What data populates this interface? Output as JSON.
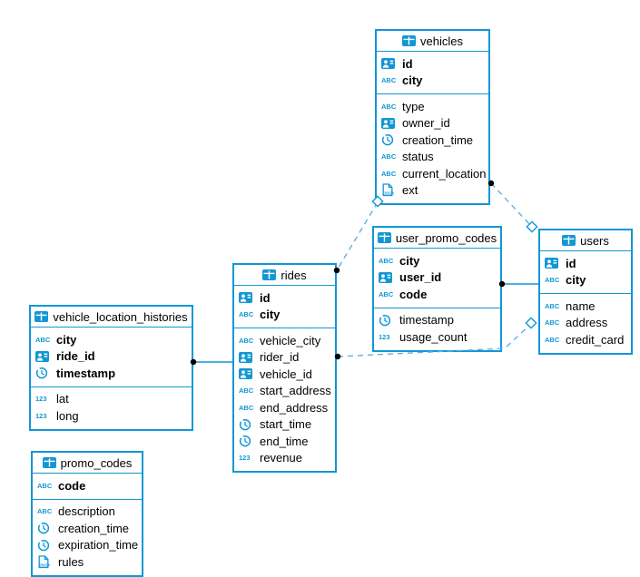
{
  "colors": {
    "accent": "#1297d4",
    "dashed_line": "#5eb1e2",
    "dot": "#000000",
    "table_fill": "#ffffff",
    "text": "#000000"
  },
  "tables": {
    "vehicles": {
      "title": "vehicles",
      "pk": [
        {
          "name": "id",
          "type": "id"
        },
        {
          "name": "city",
          "type": "string"
        }
      ],
      "fields": [
        {
          "name": "type",
          "type": "string"
        },
        {
          "name": "owner_id",
          "type": "id"
        },
        {
          "name": "creation_time",
          "type": "timestamp"
        },
        {
          "name": "status",
          "type": "string"
        },
        {
          "name": "current_location",
          "type": "string"
        },
        {
          "name": "ext",
          "type": "json"
        }
      ]
    },
    "user_promo_codes": {
      "title": "user_promo_codes",
      "pk": [
        {
          "name": "city",
          "type": "string"
        },
        {
          "name": "user_id",
          "type": "id"
        },
        {
          "name": "code",
          "type": "string"
        }
      ],
      "fields": [
        {
          "name": "timestamp",
          "type": "timestamp"
        },
        {
          "name": "usage_count",
          "type": "number"
        }
      ]
    },
    "users": {
      "title": "users",
      "pk": [
        {
          "name": "id",
          "type": "id"
        },
        {
          "name": "city",
          "type": "string"
        }
      ],
      "fields": [
        {
          "name": "name",
          "type": "string"
        },
        {
          "name": "address",
          "type": "string"
        },
        {
          "name": "credit_card",
          "type": "string"
        }
      ]
    },
    "rides": {
      "title": "rides",
      "pk": [
        {
          "name": "id",
          "type": "id"
        },
        {
          "name": "city",
          "type": "string"
        }
      ],
      "fields": [
        {
          "name": "vehicle_city",
          "type": "string"
        },
        {
          "name": "rider_id",
          "type": "id"
        },
        {
          "name": "vehicle_id",
          "type": "id"
        },
        {
          "name": "start_address",
          "type": "string"
        },
        {
          "name": "end_address",
          "type": "string"
        },
        {
          "name": "start_time",
          "type": "timestamp"
        },
        {
          "name": "end_time",
          "type": "timestamp"
        },
        {
          "name": "revenue",
          "type": "number"
        }
      ]
    },
    "vehicle_location_histories": {
      "title": "vehicle_location_histories",
      "pk": [
        {
          "name": "city",
          "type": "string"
        },
        {
          "name": "ride_id",
          "type": "id"
        },
        {
          "name": "timestamp",
          "type": "timestamp"
        }
      ],
      "fields": [
        {
          "name": "lat",
          "type": "number"
        },
        {
          "name": "long",
          "type": "number"
        }
      ]
    },
    "promo_codes": {
      "title": "promo_codes",
      "pk": [
        {
          "name": "code",
          "type": "string"
        }
      ],
      "fields": [
        {
          "name": "description",
          "type": "string"
        },
        {
          "name": "creation_time",
          "type": "timestamp"
        },
        {
          "name": "expiration_time",
          "type": "timestamp"
        },
        {
          "name": "rules",
          "type": "json"
        }
      ]
    }
  },
  "type_icons": {
    "id": "id-card-icon",
    "string": "abc-type-icon",
    "timestamp": "clock-icon",
    "number": "123-type-icon",
    "json": "json-document-icon",
    "table": "table-icon"
  },
  "relations": [
    {
      "from": "vehicles",
      "to": "users",
      "line": "dashed"
    },
    {
      "from": "rides",
      "to": "vehicles",
      "line": "dashed"
    },
    {
      "from": "rides",
      "to": "users",
      "line": "dashed"
    },
    {
      "from": "user_promo_codes",
      "to": "users",
      "line": "solid"
    },
    {
      "from": "vehicle_location_histories",
      "to": "rides",
      "line": "solid"
    }
  ]
}
